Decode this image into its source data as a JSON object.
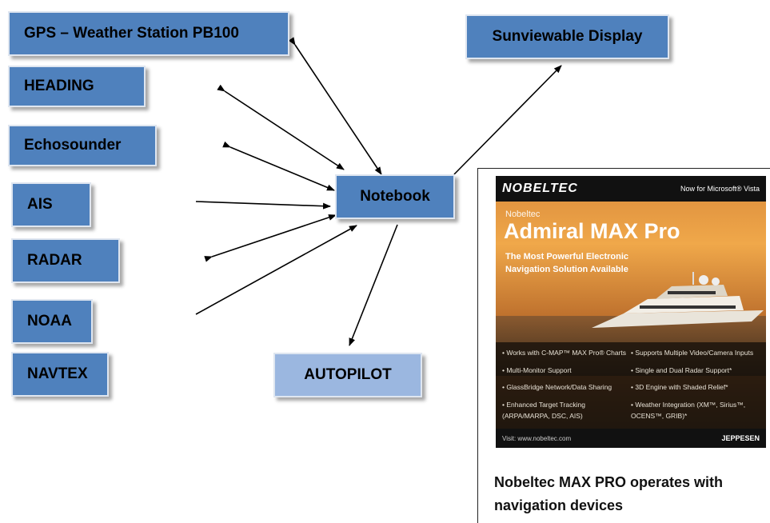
{
  "diagram": {
    "hub": "Notebook",
    "display": "Sunviewable Display",
    "autopilot": "AUTOPILOT",
    "devices": [
      "GPS – Weather Station PB100",
      "HEADING",
      "Echosounder",
      "AIS",
      "RADAR",
      "NOAA",
      "NAVTEX"
    ]
  },
  "advert": {
    "brand": "NOBELTEC",
    "tagline": "Now for Microsoft® Vista",
    "small_title": "Nobeltec",
    "title": "Admiral MAX Pro",
    "subtitle": "The Most Powerful Electronic Navigation Solution Available",
    "features": [
      "• Works with C-MAP™ MAX Pro® Charts",
      "• Supports Multiple Video/Camera Inputs",
      "• Multi-Monitor Support",
      "• Single and Dual Radar Support*",
      "• GlassBridge Network/Data Sharing",
      "• 3D Engine with Shaded Relief*",
      "• Enhanced Target Tracking (ARPA/MARPA, DSC, AIS)",
      "• Weather Integration (XM™, Sirius™, OCENS™, GRIB)*"
    ],
    "visit": "Visit: www.nobeltec.com",
    "jeppesen": "JEPPESEN"
  },
  "caption": "Nobeltec MAX PRO operates with navigation devices",
  "colors": {
    "box_fill": "#4f81bd",
    "box_light_fill": "#9bb7e0",
    "arrow": "#000000"
  }
}
